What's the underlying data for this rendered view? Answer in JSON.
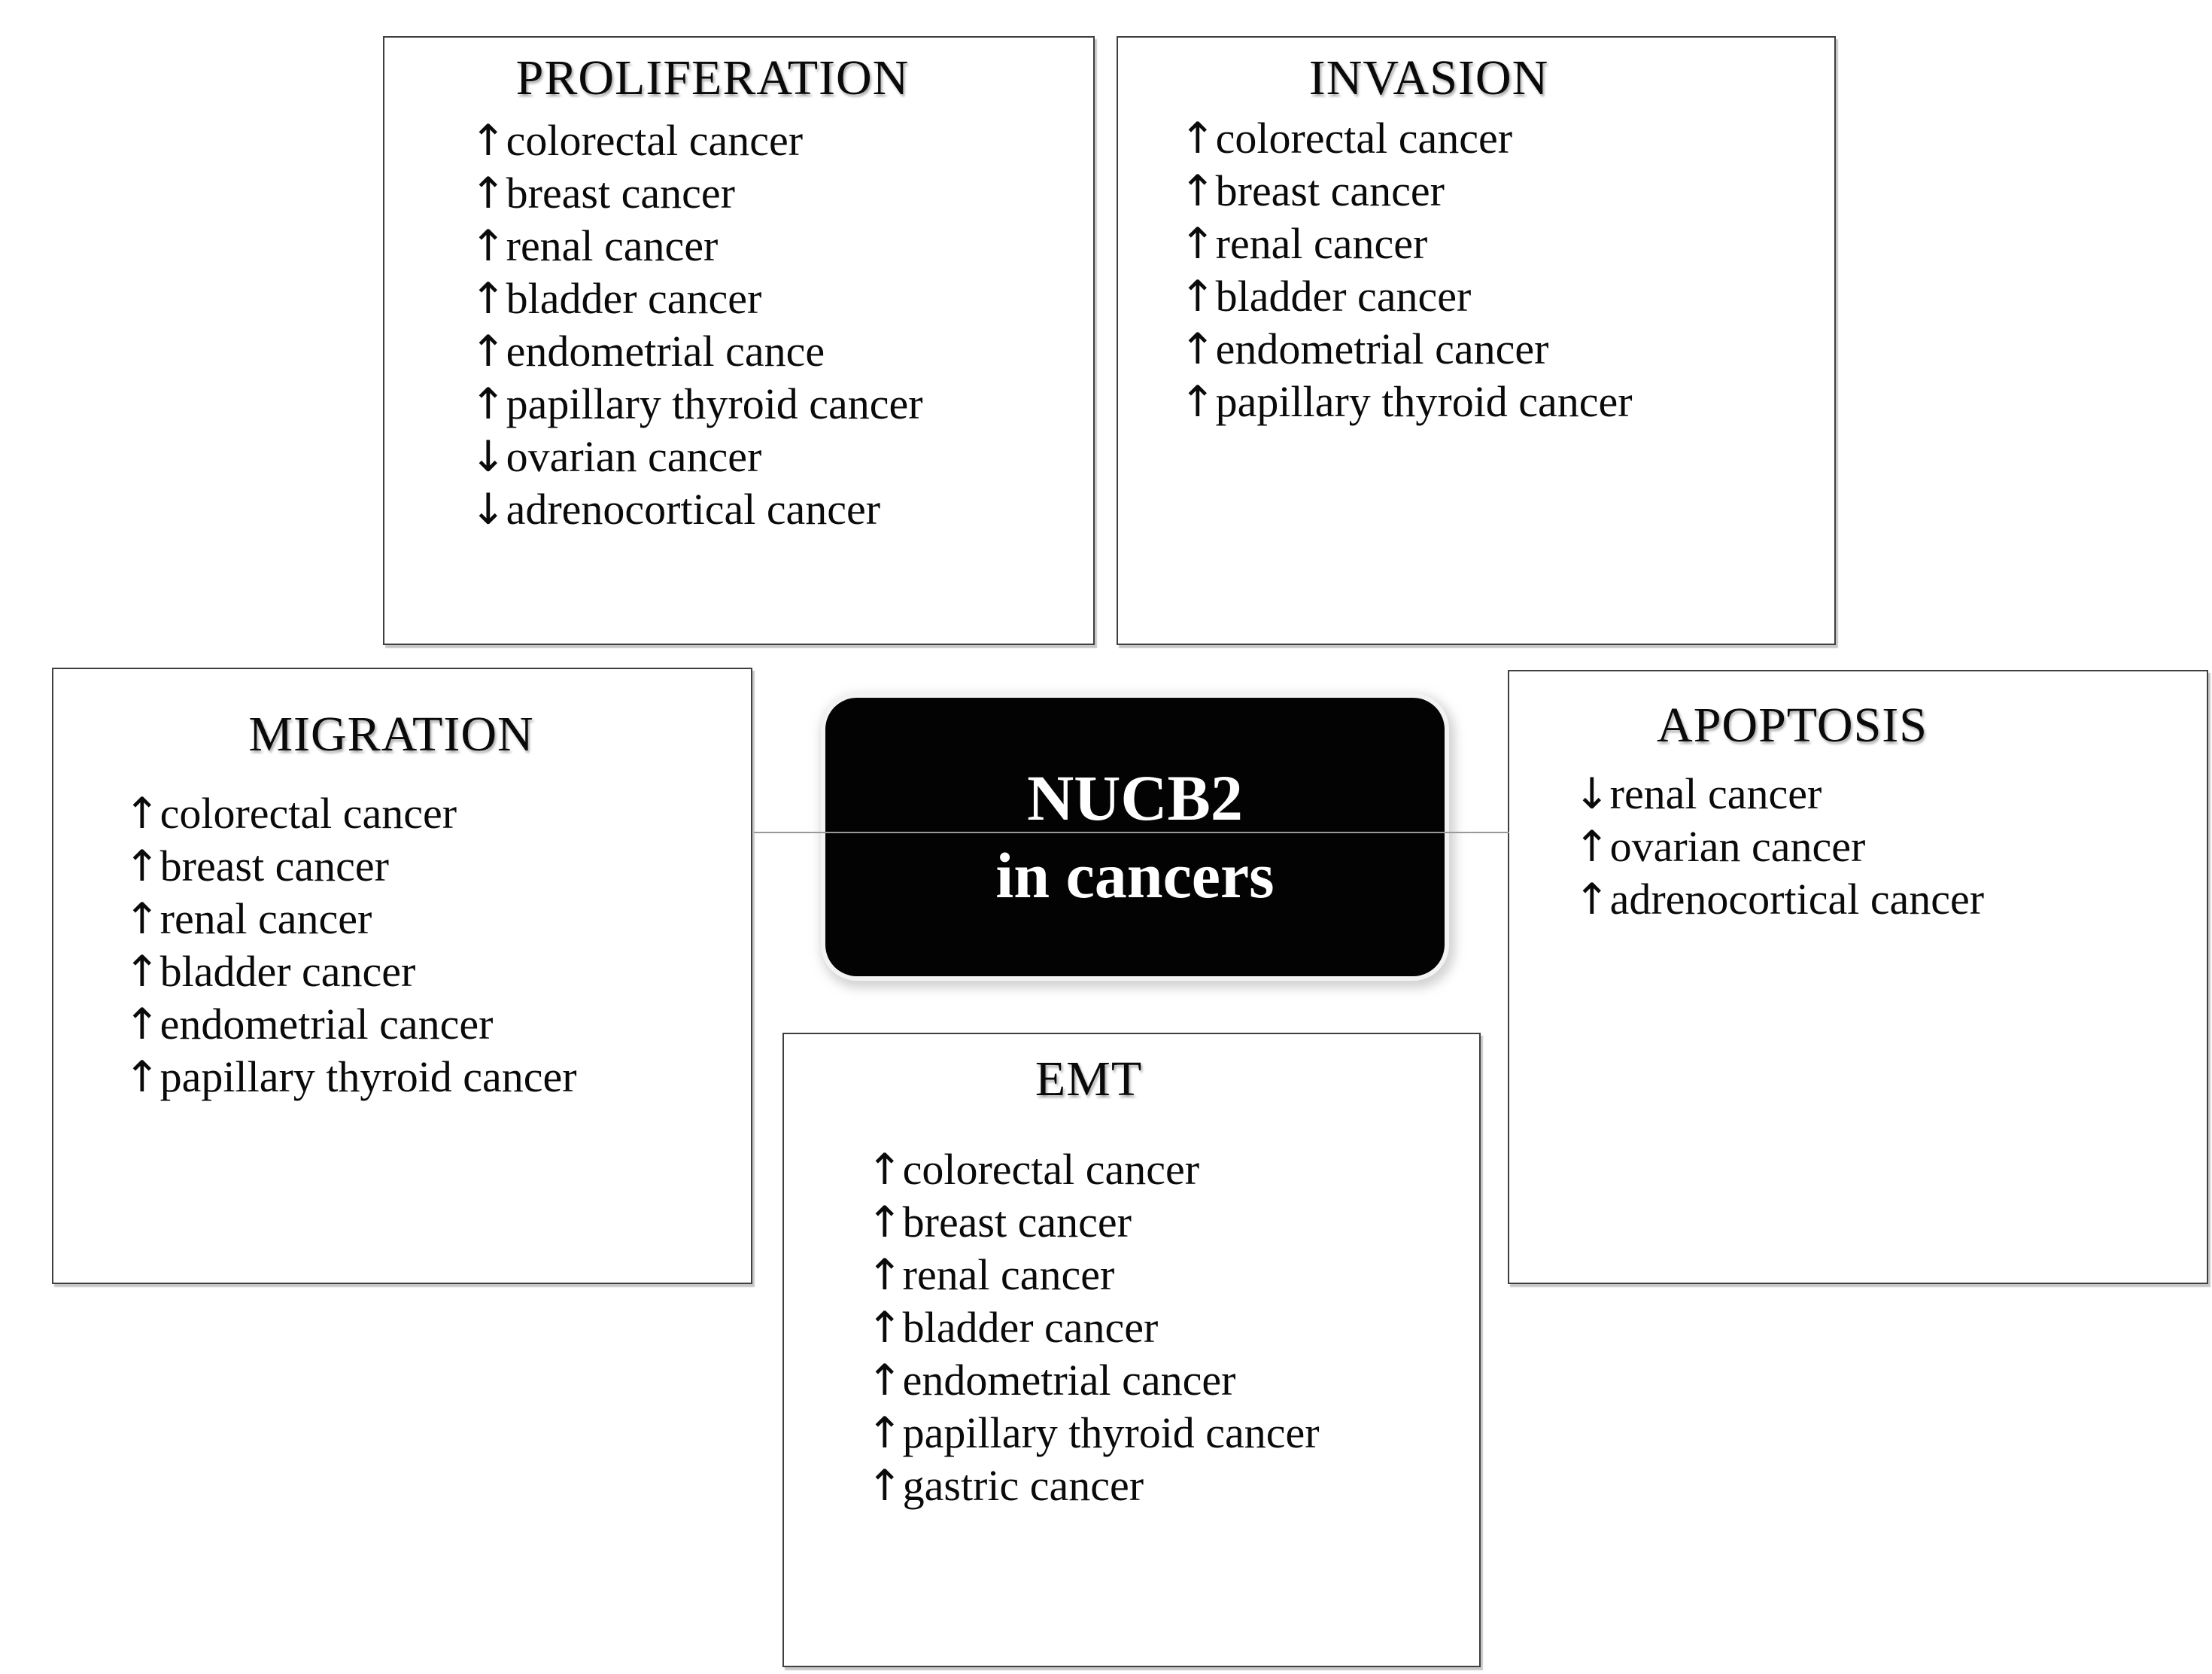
{
  "page": {
    "background": "#ffffff"
  },
  "colors": {
    "panel_border": "#3f3f3f",
    "center_box_bg": "#000000",
    "center_box_text": "#ffffff",
    "divider": "#999999"
  },
  "center_box": {
    "line1": "NUCB2",
    "line2": "in cancers"
  },
  "panels": [
    {
      "id": "proliferation",
      "title": "PROLIFERATION",
      "items": [
        {
          "arrow": "↑",
          "direction": "up",
          "label": "colorectal cancer"
        },
        {
          "arrow": "↑",
          "direction": "up",
          "label": "breast cancer"
        },
        {
          "arrow": "↑",
          "direction": "up",
          "label": "renal cancer"
        },
        {
          "arrow": "↑",
          "direction": "up",
          "label": "bladder cancer"
        },
        {
          "arrow": "↑",
          "direction": "up",
          "label": "endometrial cance"
        },
        {
          "arrow": "↑",
          "direction": "up",
          "label": "papillary thyroid cancer"
        },
        {
          "arrow": "↓",
          "direction": "down",
          "label": "ovarian cancer"
        },
        {
          "arrow": "↓",
          "direction": "down",
          "label": "adrenocortical cancer"
        }
      ]
    },
    {
      "id": "invasion",
      "title": "INVASION",
      "items": [
        {
          "arrow": "↑",
          "direction": "up",
          "label": "colorectal cancer"
        },
        {
          "arrow": "↑",
          "direction": "up",
          "label": "breast cancer"
        },
        {
          "arrow": "↑",
          "direction": "up",
          "label": "renal cancer"
        },
        {
          "arrow": "↑",
          "direction": "up",
          "label": "bladder cancer"
        },
        {
          "arrow": "↑",
          "direction": "up",
          "label": "endometrial cancer"
        },
        {
          "arrow": "↑",
          "direction": "up",
          "label": "papillary thyroid cancer"
        }
      ]
    },
    {
      "id": "migration",
      "title": "MIGRATION",
      "items": [
        {
          "arrow": "↑",
          "direction": "up",
          "label": "colorectal cancer"
        },
        {
          "arrow": "↑",
          "direction": "up",
          "label": "breast cancer"
        },
        {
          "arrow": "↑",
          "direction": "up",
          "label": "renal cancer"
        },
        {
          "arrow": "↑",
          "direction": "up",
          "label": "bladder cancer"
        },
        {
          "arrow": "↑",
          "direction": "up",
          "label": "endometrial cancer"
        },
        {
          "arrow": "↑",
          "direction": "up",
          "label": "papillary thyroid cancer"
        }
      ]
    },
    {
      "id": "apoptosis",
      "title": "APOPTOSIS",
      "items": [
        {
          "arrow": "↓",
          "direction": "down",
          "label": "renal cancer"
        },
        {
          "arrow": "↑",
          "direction": "up",
          "label": "ovarian cancer"
        },
        {
          "arrow": "↑",
          "direction": "up",
          "label": "adrenocortical cancer"
        }
      ]
    },
    {
      "id": "emt",
      "title": "EMT",
      "items": [
        {
          "arrow": "↑",
          "direction": "up",
          "label": "colorectal cancer"
        },
        {
          "arrow": "↑",
          "direction": "up",
          "label": "breast cancer"
        },
        {
          "arrow": "↑",
          "direction": "up",
          "label": "renal cancer"
        },
        {
          "arrow": "↑",
          "direction": "up",
          "label": "bladder cancer"
        },
        {
          "arrow": "↑",
          "direction": "up",
          "label": "endometrial cancer"
        },
        {
          "arrow": "↑",
          "direction": "up",
          "label": "papillary thyroid cancer"
        },
        {
          "arrow": "↑",
          "direction": "up",
          "label": "gastric cancer"
        }
      ]
    }
  ]
}
